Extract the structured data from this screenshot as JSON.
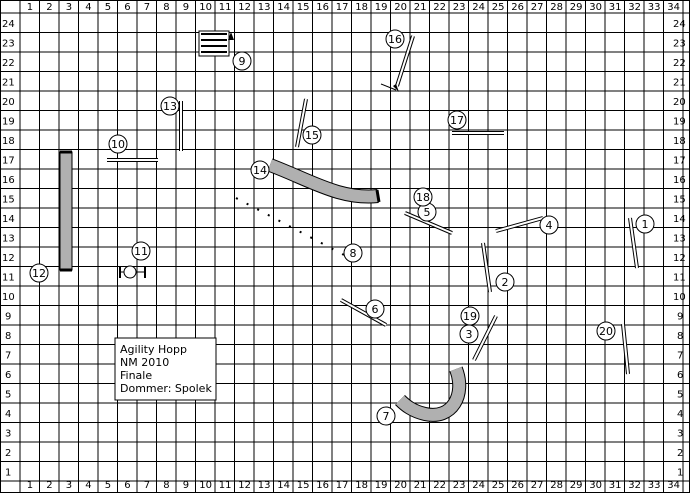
{
  "columns": [
    "1",
    "2",
    "3",
    "4",
    "5",
    "6",
    "7",
    "8",
    "9",
    "10",
    "11",
    "12",
    "13",
    "14",
    "15",
    "16",
    "17",
    "18",
    "19",
    "20",
    "21",
    "22",
    "23",
    "24",
    "25",
    "26",
    "27",
    "28",
    "29",
    "30",
    "31",
    "32",
    "33",
    "34"
  ],
  "rows": [
    "24",
    "23",
    "22",
    "21",
    "20",
    "19",
    "18",
    "17",
    "16",
    "15",
    "14",
    "13",
    "12",
    "11",
    "10",
    "9",
    "8",
    "7",
    "6",
    "5",
    "4",
    "3",
    "2",
    "1"
  ],
  "info_box": {
    "line1": "Agility Hopp",
    "line2": "NM 2010",
    "line3": "Finale",
    "line4": "Dommer: Spolek"
  },
  "markers": [
    {
      "id": "1",
      "label": "1"
    },
    {
      "id": "2",
      "label": "2"
    },
    {
      "id": "3",
      "label": "3"
    },
    {
      "id": "4",
      "label": "4"
    },
    {
      "id": "5",
      "label": "5"
    },
    {
      "id": "6",
      "label": "6"
    },
    {
      "id": "7",
      "label": "7"
    },
    {
      "id": "8",
      "label": "8"
    },
    {
      "id": "9",
      "label": "9"
    },
    {
      "id": "10",
      "label": "10"
    },
    {
      "id": "11",
      "label": "11"
    },
    {
      "id": "12",
      "label": "12"
    },
    {
      "id": "13",
      "label": "13"
    },
    {
      "id": "14",
      "label": "14"
    },
    {
      "id": "15",
      "label": "15"
    },
    {
      "id": "16",
      "label": "16"
    },
    {
      "id": "17",
      "label": "17"
    },
    {
      "id": "18",
      "label": "18"
    },
    {
      "id": "19",
      "label": "19"
    },
    {
      "id": "20",
      "label": "20"
    }
  ],
  "colors": {
    "grid": "#000000",
    "tunnel": "#b0b0b0",
    "jump_bar": "#909090",
    "background": "#ffffff"
  }
}
